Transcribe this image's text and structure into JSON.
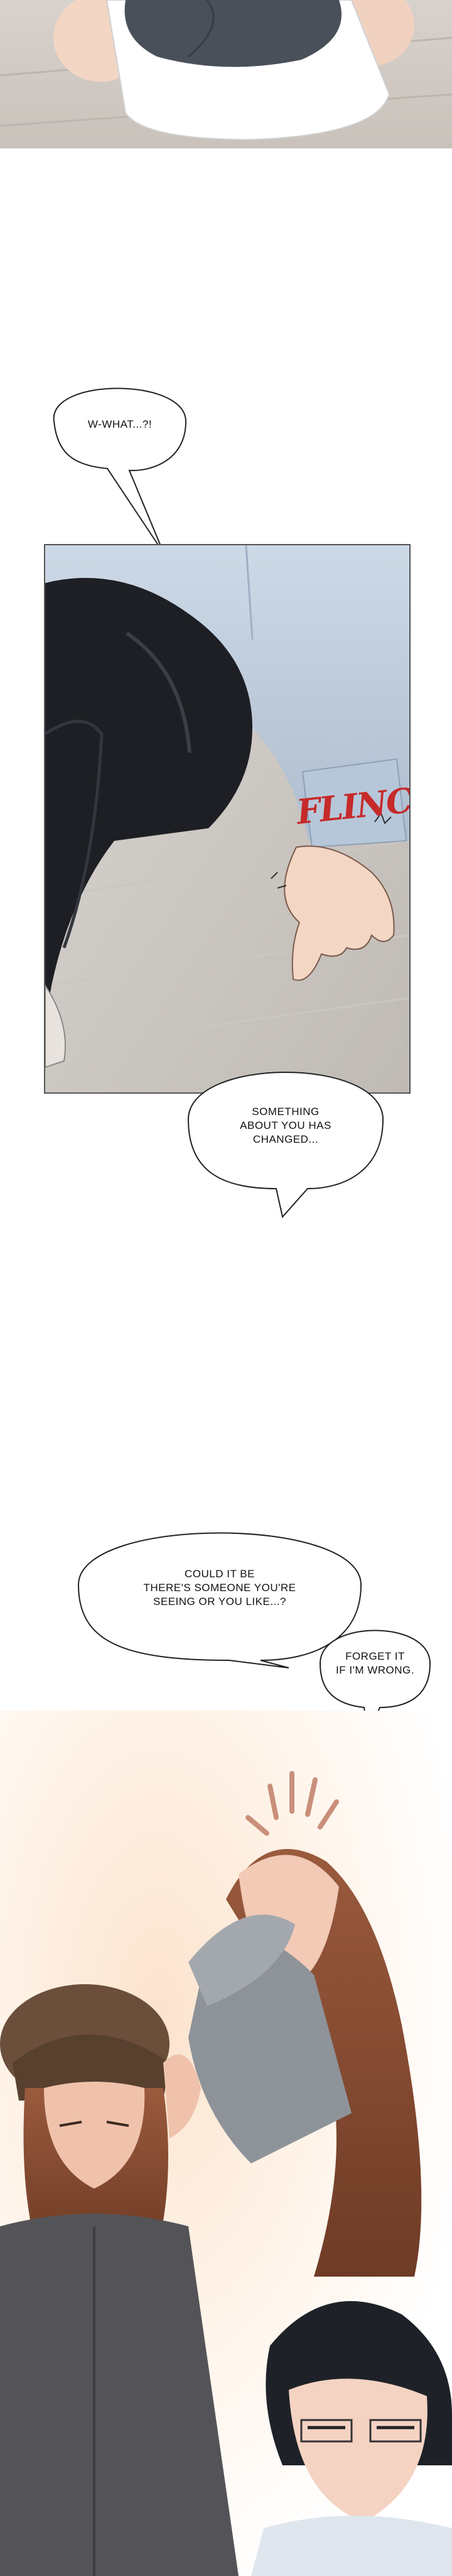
{
  "bubbles": {
    "what": "W-WHAT...?!",
    "changed": "SOMETHING\nABOUT YOU HAS\nCHANGED...",
    "seeing": "COULD IT BE\nTHERE'S SOMEONE YOU'RE\nSEEING OR YOU LIKE...?",
    "wrong": "FORGET IT\nIF I'M WRONG."
  },
  "sfx": {
    "flinch": "FLINCH"
  }
}
